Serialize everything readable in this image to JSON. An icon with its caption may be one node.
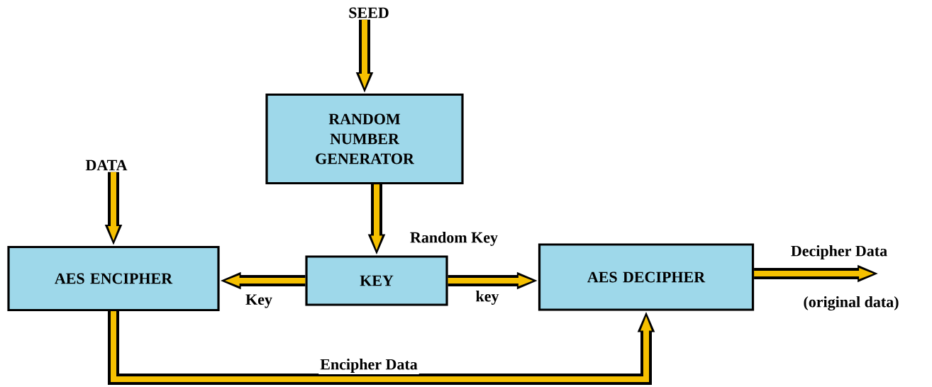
{
  "diagram": {
    "nodes": [
      {
        "text": [
          "SEED"
        ]
      },
      {
        "text": [
          "RANDOM NUMBER GENERATOR"
        ]
      },
      {
        "text": [
          "DATA"
        ]
      },
      {
        "text": [
          "AES ENCIPHER"
        ]
      },
      {
        "text": [
          "KEY"
        ]
      },
      {
        "text": [
          "AES DECIPHER"
        ]
      }
    ],
    "edges": [
      {
        "from": 0,
        "to": 1,
        "arrow": "to"
      },
      {
        "from": 2,
        "to": 3,
        "arrow": "to"
      },
      {
        "from": 1,
        "to": 4,
        "arrow": "to",
        "label": "Random Key"
      },
      {
        "from": 4,
        "to": 3,
        "arrow": "to",
        "label": "Key"
      },
      {
        "from": 4,
        "to": 5,
        "arrow": "to",
        "label": "key"
      },
      {
        "from": 3,
        "to": 5,
        "arrow": "to",
        "label": "Encipher Data"
      },
      {
        "from": 5,
        "to": null,
        "arrow": "to",
        "label": "Decipher Data"
      }
    ],
    "labels": [
      "(original data)"
    ]
  }
}
